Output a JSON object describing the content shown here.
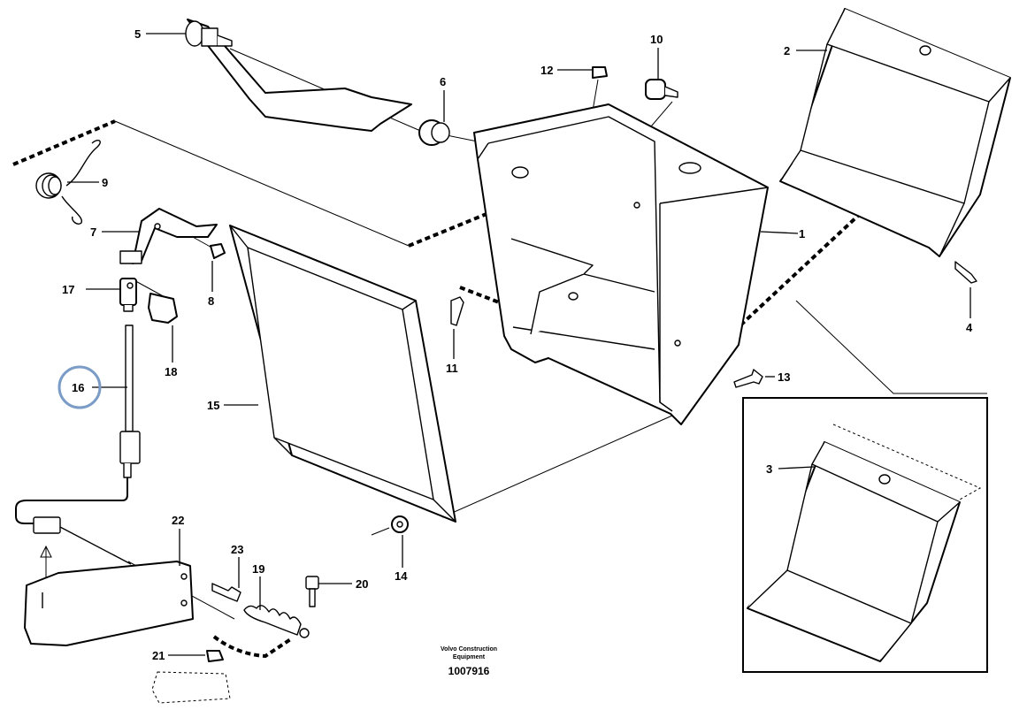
{
  "diagram": {
    "callouts": {
      "c1": "1",
      "c2": "2",
      "c3": "3",
      "c4": "4",
      "c5": "5",
      "c6": "6",
      "c7": "7",
      "c8": "8",
      "c9": "9",
      "c10": "10",
      "c11": "11",
      "c12": "12",
      "c13": "13",
      "c14": "14",
      "c15": "15",
      "c16": "16",
      "c17": "17",
      "c18": "18",
      "c19": "19",
      "c20": "20",
      "c21": "21",
      "c22": "22",
      "c23": "23"
    },
    "highlight": {
      "callout": "16",
      "color": "#7a9cc6"
    },
    "credit_line1": "Volvo Construction",
    "credit_line2": "Equipment",
    "document_number": "1007916"
  }
}
